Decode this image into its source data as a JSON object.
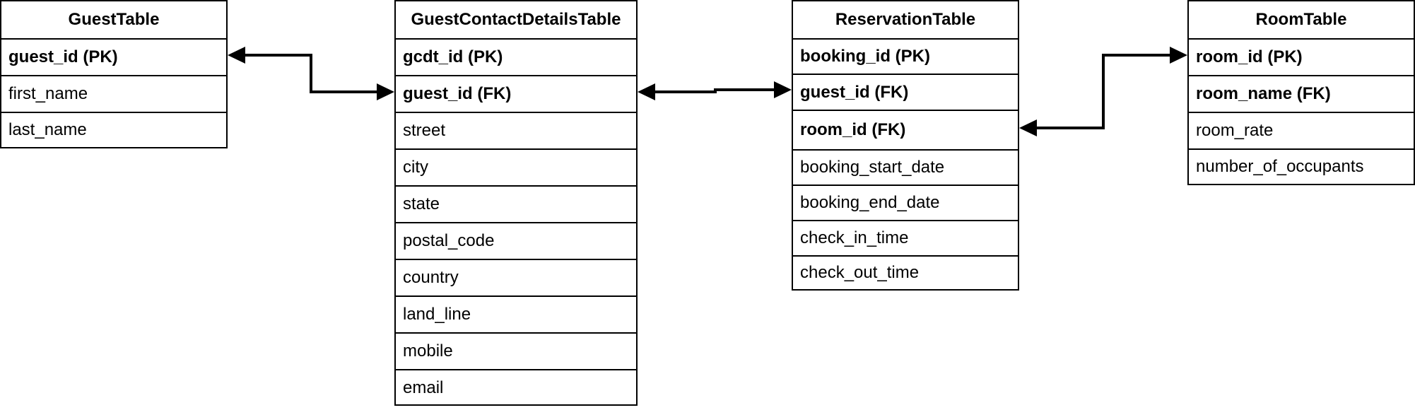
{
  "tables": {
    "guest": {
      "title": "GuestTable",
      "fields": [
        "guest_id (PK)",
        "first_name",
        "last_name"
      ]
    },
    "contact": {
      "title": "GuestContactDetailsTable",
      "fields": [
        "gcdt_id (PK)",
        "guest_id (FK)",
        "street",
        "city",
        "state",
        "postal_code",
        "country",
        "land_line",
        "mobile",
        "email"
      ]
    },
    "reservation": {
      "title": "ReservationTable",
      "fields": [
        "booking_id (PK)",
        "guest_id (FK)",
        "room_id (FK)",
        "booking_start_date",
        "booking_end_date",
        "check_in_time",
        "check_out_time"
      ]
    },
    "room": {
      "title": "RoomTable",
      "fields": [
        "room_id (PK)",
        "room_name (FK)",
        "room_rate",
        "number_of_occupants"
      ]
    }
  },
  "colors": {
    "line": "#000000",
    "background": "#ffffff"
  }
}
